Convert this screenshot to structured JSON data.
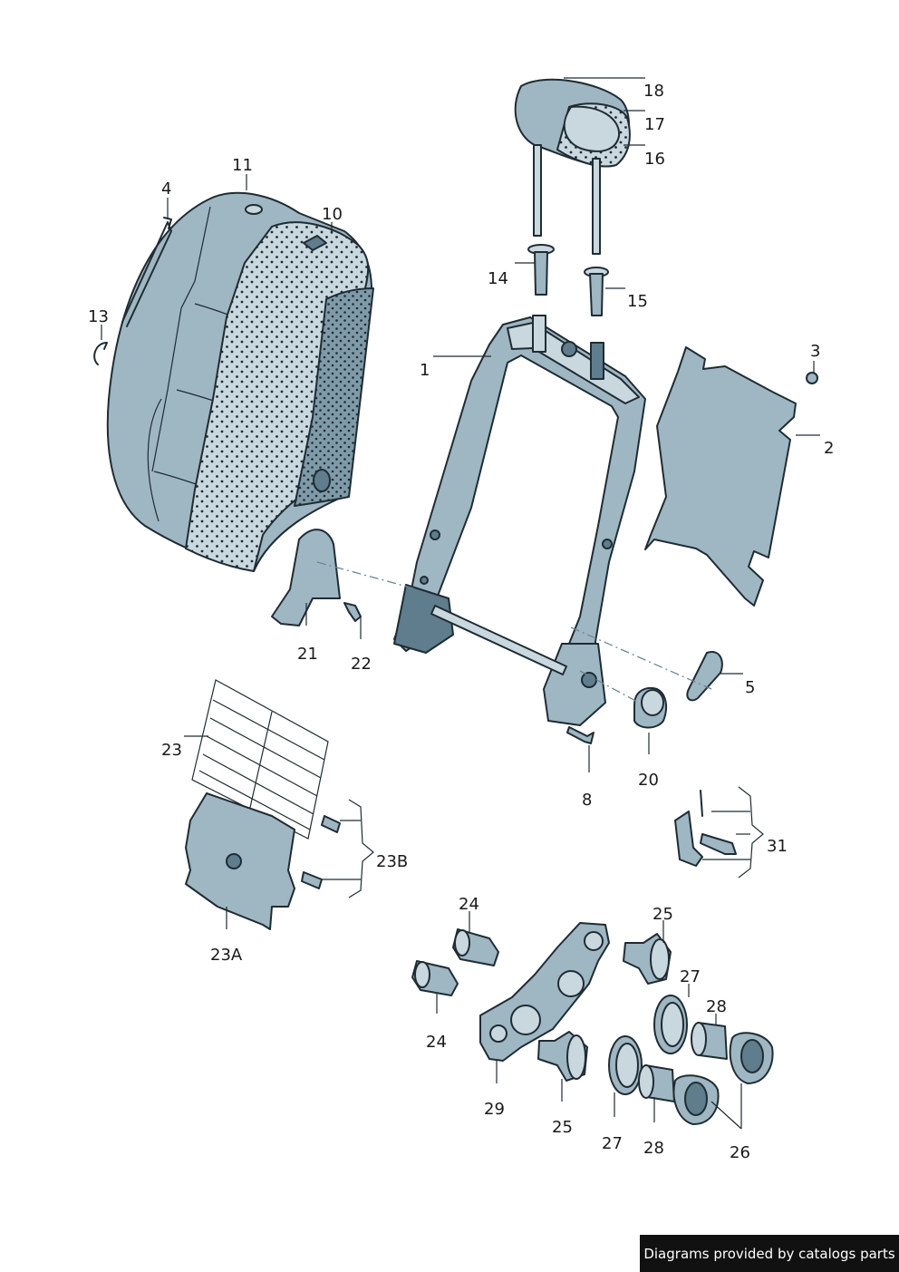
{
  "colors": {
    "part_fill": "#9fb6c3",
    "part_dark": "#5f7d8c",
    "part_light": "#c9d7df",
    "outline": "#1f2c33",
    "foam_dots": "#1f2c33"
  },
  "callouts": {
    "c1": "1",
    "c2": "2",
    "c3": "3",
    "c4": "4",
    "c5": "5",
    "c8": "8",
    "c10": "10",
    "c11": "11",
    "c13": "13",
    "c14": "14",
    "c15": "15",
    "c16": "16",
    "c17": "17",
    "c18": "18",
    "c20": "20",
    "c21": "21",
    "c22": "22",
    "c23": "23",
    "c23a": "23A",
    "c23b": "23B",
    "c24a": "24",
    "c24b": "24",
    "c25a": "25",
    "c25b": "25",
    "c26": "26",
    "c27a": "27",
    "c27b": "27",
    "c28a": "28",
    "c28b": "28",
    "c29": "29",
    "c31": "31"
  },
  "credit": "Diagrams provided by catalogs parts"
}
